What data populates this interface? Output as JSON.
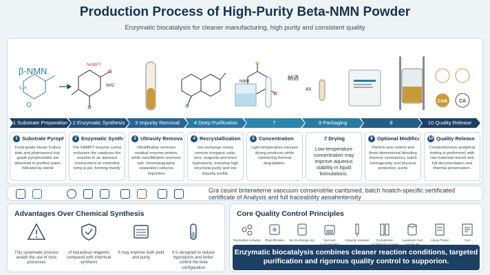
{
  "header": {
    "title": "Production Process of High-Purity Beta-NMN Powder",
    "subtitle": "Enzymatic biocatalysis for cleaner manufacturing, high purity and consistent quality"
  },
  "illustration": {
    "nmn_label": "β-NMN",
    "nampt_label": "NAMPT",
    "nh2_label": "NH2",
    "label_5p": "5-Pi",
    "label_nmn_small": "NMN",
    "label_cjk": "納酒",
    "label_4x": "4X",
    "coa_label": "CoA",
    "ca_label": "CA"
  },
  "steps": [
    {
      "bar": "1 Substrate Preparation",
      "head": "Substrate Pyrophates",
      "num": "1",
      "text": "Food-grade ribose 5-phos itate and pharmaceut ical-grade pyrophoshide are dissolved in purified water, followed by sterile"
    },
    {
      "bar": "2 Enzymatic Synthesis",
      "head": "Enzymatic Synthesis",
      "num": "2",
      "text": "The NAMPT enzyme comar reslysses the catalyzes the reaction in an aqueous environment at controlled temp & pH, forming mainly"
    },
    {
      "bar": "3 Impurity Removal",
      "head": "Ultrasity Removal",
      "num": "3",
      "text": "Ultrafiltration removes residual enzyme protein, while nanofiltration removes salt; chromatographic separation reduces impurities"
    },
    {
      "bar": "4 Deep Purification",
      "head": "Recrystallization",
      "num": "4",
      "text": "Ion exchange resins remove inorganic salts, ions, reagents and trace byproducts, ensuring high structural purity and low impurity profile."
    },
    {
      "bar": "7",
      "head": "Concentration",
      "num": "5",
      "text": "Light-temperature vacuum drying produces while minimizing thermal degradation."
    },
    {
      "bar": "9  Packaging",
      "head": "7 Drying",
      "num": "",
      "text": "Low-temperature concentration may improve aqueous stability in liquid formulations.",
      "em": true
    },
    {
      "bar": "8",
      "head": "Optional Modification",
      "num": "8",
      "text": "Particle size control and three-dimensional blending improve consistency, batch homogeneity and physical protection, purity"
    },
    {
      "bar": "10 Quality Release",
      "head": "Quality Release",
      "num": "10",
      "text": "Comprehensive analytical testing is performed, with raw materials traced and full documentation and thermal preservation."
    }
  ],
  "summary": {
    "text": "Gra ceuint bnterwterne vaocuum consenstrlie cantsmed, batch hoatch-specific sertificated certificate of Analysis and full traceability aeoahintensity"
  },
  "advantages": {
    "title": "Advantages Over Chemical Synthesis",
    "items": [
      {
        "icon": "warning-icon",
        "text": "This systematic process avoids the use of toxic processes"
      },
      {
        "icon": "shield-check-icon",
        "text": "of hazardous reagents compared with chemical synthesis"
      },
      {
        "icon": "layers-icon",
        "text": "It may improve both yield and purity"
      },
      {
        "icon": "flask-icon",
        "text": "It is designed to reduce byproducts and better control the beta configuration"
      }
    ]
  },
  "quality_control": {
    "title": "Core Quality Control Principles",
    "items": [
      {
        "icon": "molecule-icon",
        "text": "Pyrimidine includes"
      },
      {
        "icon": "enzyme-icon",
        "text": "Pbpo filtration"
      },
      {
        "icon": "ion-icon",
        "text": "Ion Exchange iron"
      },
      {
        "icon": "concentrator-icon",
        "text": "Vaccuon Concentrator"
      },
      {
        "icon": "syringe-icon",
        "text": "Impurity removal"
      },
      {
        "icon": "column-icon",
        "text": "Cyclodextrin Conditions Complex Aulutos"
      },
      {
        "icon": "drum-icon",
        "text": "Lauotoxin Gxd Ajonlin Sir"
      },
      {
        "icon": "document-icon",
        "text": "Allcoa Trutier"
      },
      {
        "icon": "certificate-icon",
        "text": "CoA"
      }
    ],
    "banner": "Enzymatic biocatalysis combines cleaner reaction conditions, targeted purification and rigorous quality control to supporion."
  },
  "colors": {
    "navy": "#1d3f63",
    "teal": "#2a8aa8",
    "gold": "#c99a3b",
    "brown": "#a05a1e"
  }
}
